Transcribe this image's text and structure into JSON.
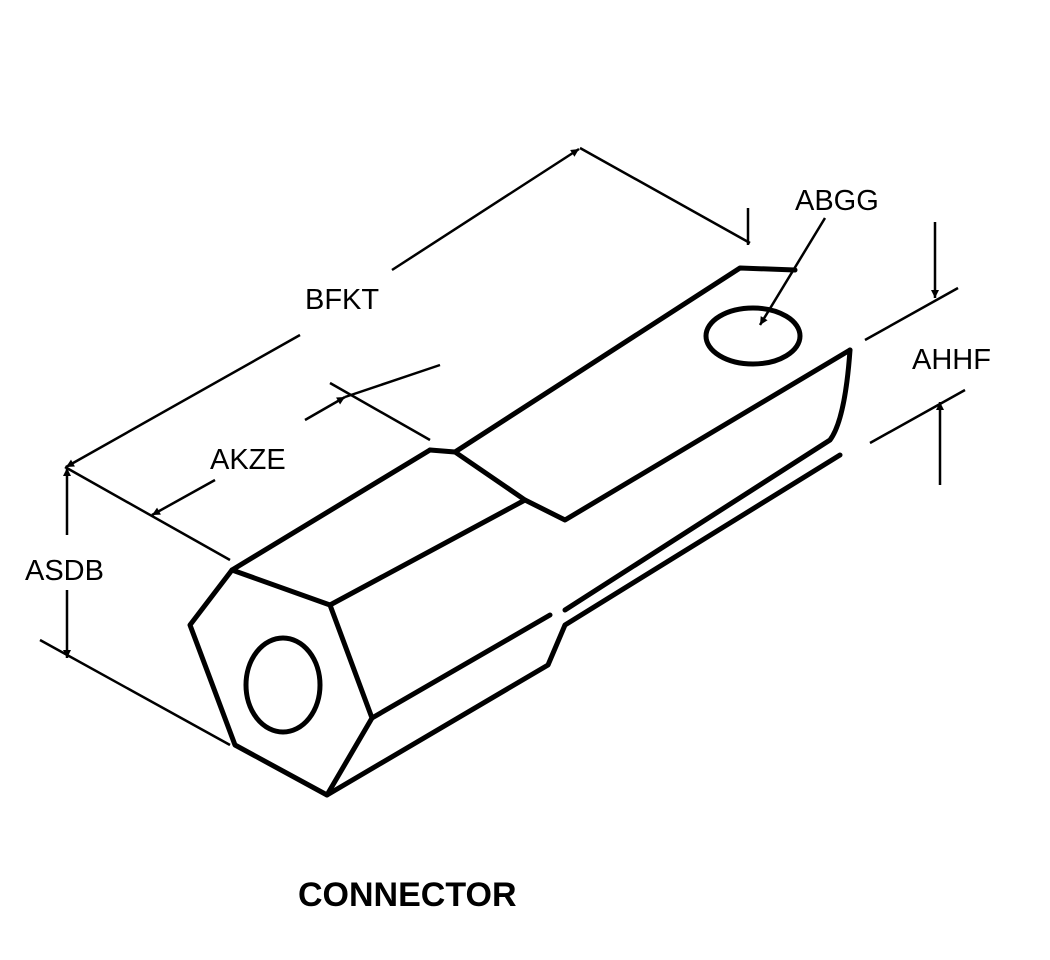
{
  "part_name": "CONNECTOR",
  "dimensions": {
    "overall_length": "BFKT",
    "hole_diameter": "ABGG",
    "hex_length": "AKZE",
    "blade_thickness": "AHHF",
    "hex_across_flats": "ASDB"
  },
  "colors": {
    "line": "#000000",
    "background": "#ffffff"
  }
}
